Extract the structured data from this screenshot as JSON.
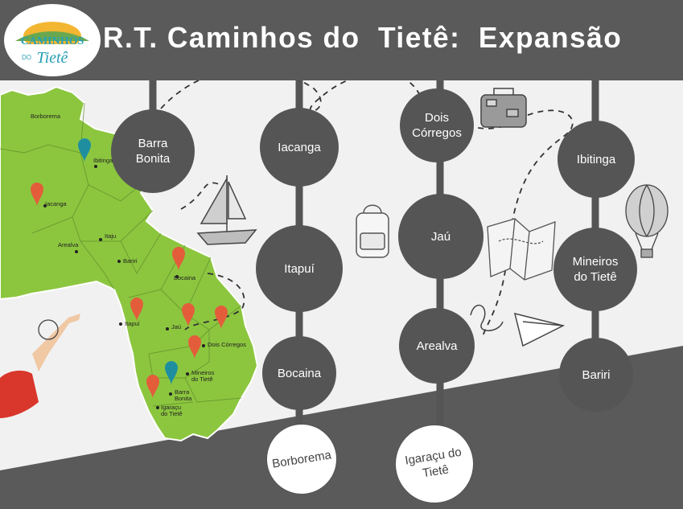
{
  "title": "R.T. Caminhos do  Tietê:  Expansão",
  "logo": {
    "line1": "CAMINHOS",
    "line2": "Tietê",
    "line3": "DO"
  },
  "colors": {
    "header": "#5a5a5a",
    "node": "#555555",
    "map": "#8cc63f",
    "pin_red": "#e35d3b",
    "pin_blue": "#1f8fa0"
  },
  "nodes": [
    {
      "id": "barra-bonita",
      "label": "Barra\nBonita"
    },
    {
      "id": "iacanga",
      "label": "Iacanga"
    },
    {
      "id": "itapui",
      "label": "Itapuí"
    },
    {
      "id": "bocaina",
      "label": "Bocaina"
    },
    {
      "id": "borborema",
      "label": "Borborema"
    },
    {
      "id": "dois-corregos",
      "label": "Dois\nCórregos"
    },
    {
      "id": "jau",
      "label": "Jaú"
    },
    {
      "id": "arealva",
      "label": "Arealva"
    },
    {
      "id": "igaracu-do-tiete",
      "label": "Igaraçu do\nTietê"
    },
    {
      "id": "ibitinga",
      "label": "Ibitinga"
    },
    {
      "id": "mineiros-do-tiete",
      "label": "Mineiros\ndo Tietê"
    },
    {
      "id": "bariri",
      "label": "Bariri"
    }
  ],
  "map_labels": [
    {
      "id": "borborema",
      "text": "Borborema"
    },
    {
      "id": "ibitinga",
      "text": "Ibitinga"
    },
    {
      "id": "iacanga",
      "text": "Iacanga"
    },
    {
      "id": "arealva",
      "text": "Arealva"
    },
    {
      "id": "itaju",
      "text": "Itaju"
    },
    {
      "id": "bariri",
      "text": "Bariri"
    },
    {
      "id": "bocaina",
      "text": "Bocaina"
    },
    {
      "id": "itapui",
      "text": "Itapuí"
    },
    {
      "id": "jau",
      "text": "Jaú"
    },
    {
      "id": "dois-corregos",
      "text": "Dois Córregos"
    },
    {
      "id": "mineiros",
      "text": "Mineiros\ndo Tietê"
    },
    {
      "id": "barra-bonita",
      "text": "Barra\nBonita"
    },
    {
      "id": "igaracu",
      "text": "Igaraçu\ndo Tietê"
    }
  ],
  "icons": [
    "sailboat-icon",
    "backpack-icon",
    "suitcase-icon",
    "map-icon",
    "hot-air-balloon-icon",
    "paper-plane-icon",
    "pointing-hand-icon",
    "map-pin-icon"
  ]
}
